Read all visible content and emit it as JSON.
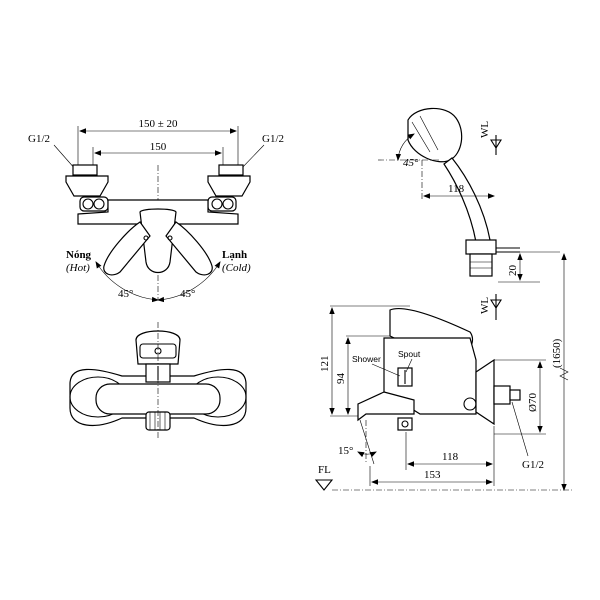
{
  "front_view": {
    "dim_outer": "150 ± 20",
    "dim_inner": "150",
    "thread_left": "G1/2",
    "thread_right": "G1/2",
    "hot_vn": "Nóng",
    "hot_en": "(Hot)",
    "cold_vn": "Lạnh",
    "cold_en": "(Cold)",
    "angle_left": "45°",
    "angle_right": "45°"
  },
  "side_view": {
    "handshower_angle": "45°",
    "dim_handshower_offset": "118",
    "wl_upper": "WL",
    "wl_lower": "WL",
    "dim_holder": "20",
    "dim_height": "(1650)",
    "dim_total_height": "121",
    "dim_body_height": "94",
    "label_shower": "Shower",
    "label_spout": "Spout",
    "dim_flange": "Ø70",
    "angle_spout": "15°",
    "dim_spout_118": "118",
    "dim_spout_153": "153",
    "thread": "G1/2",
    "floor_level": "FL"
  }
}
